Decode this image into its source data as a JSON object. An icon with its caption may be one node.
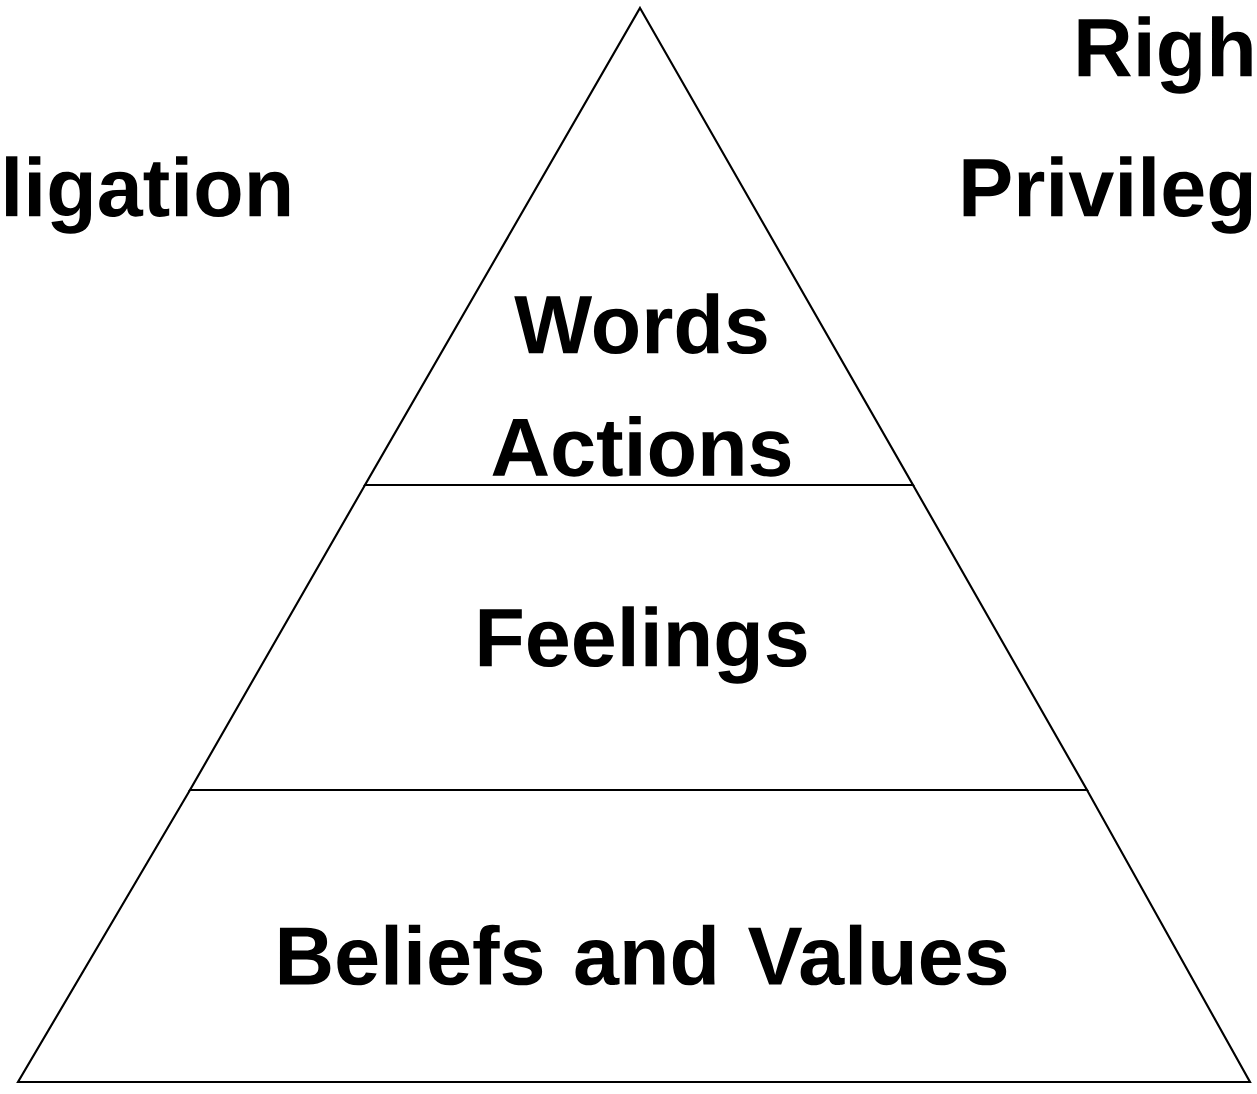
{
  "diagram": {
    "nodes": [
      {
        "text": [
          "Words Actions"
        ]
      },
      {
        "text": [
          "Feelings"
        ]
      },
      {
        "text": [
          "Beliefs and Values"
        ]
      }
    ],
    "labels": [
      "Righ",
      "ligation",
      "Privileg"
    ]
  }
}
